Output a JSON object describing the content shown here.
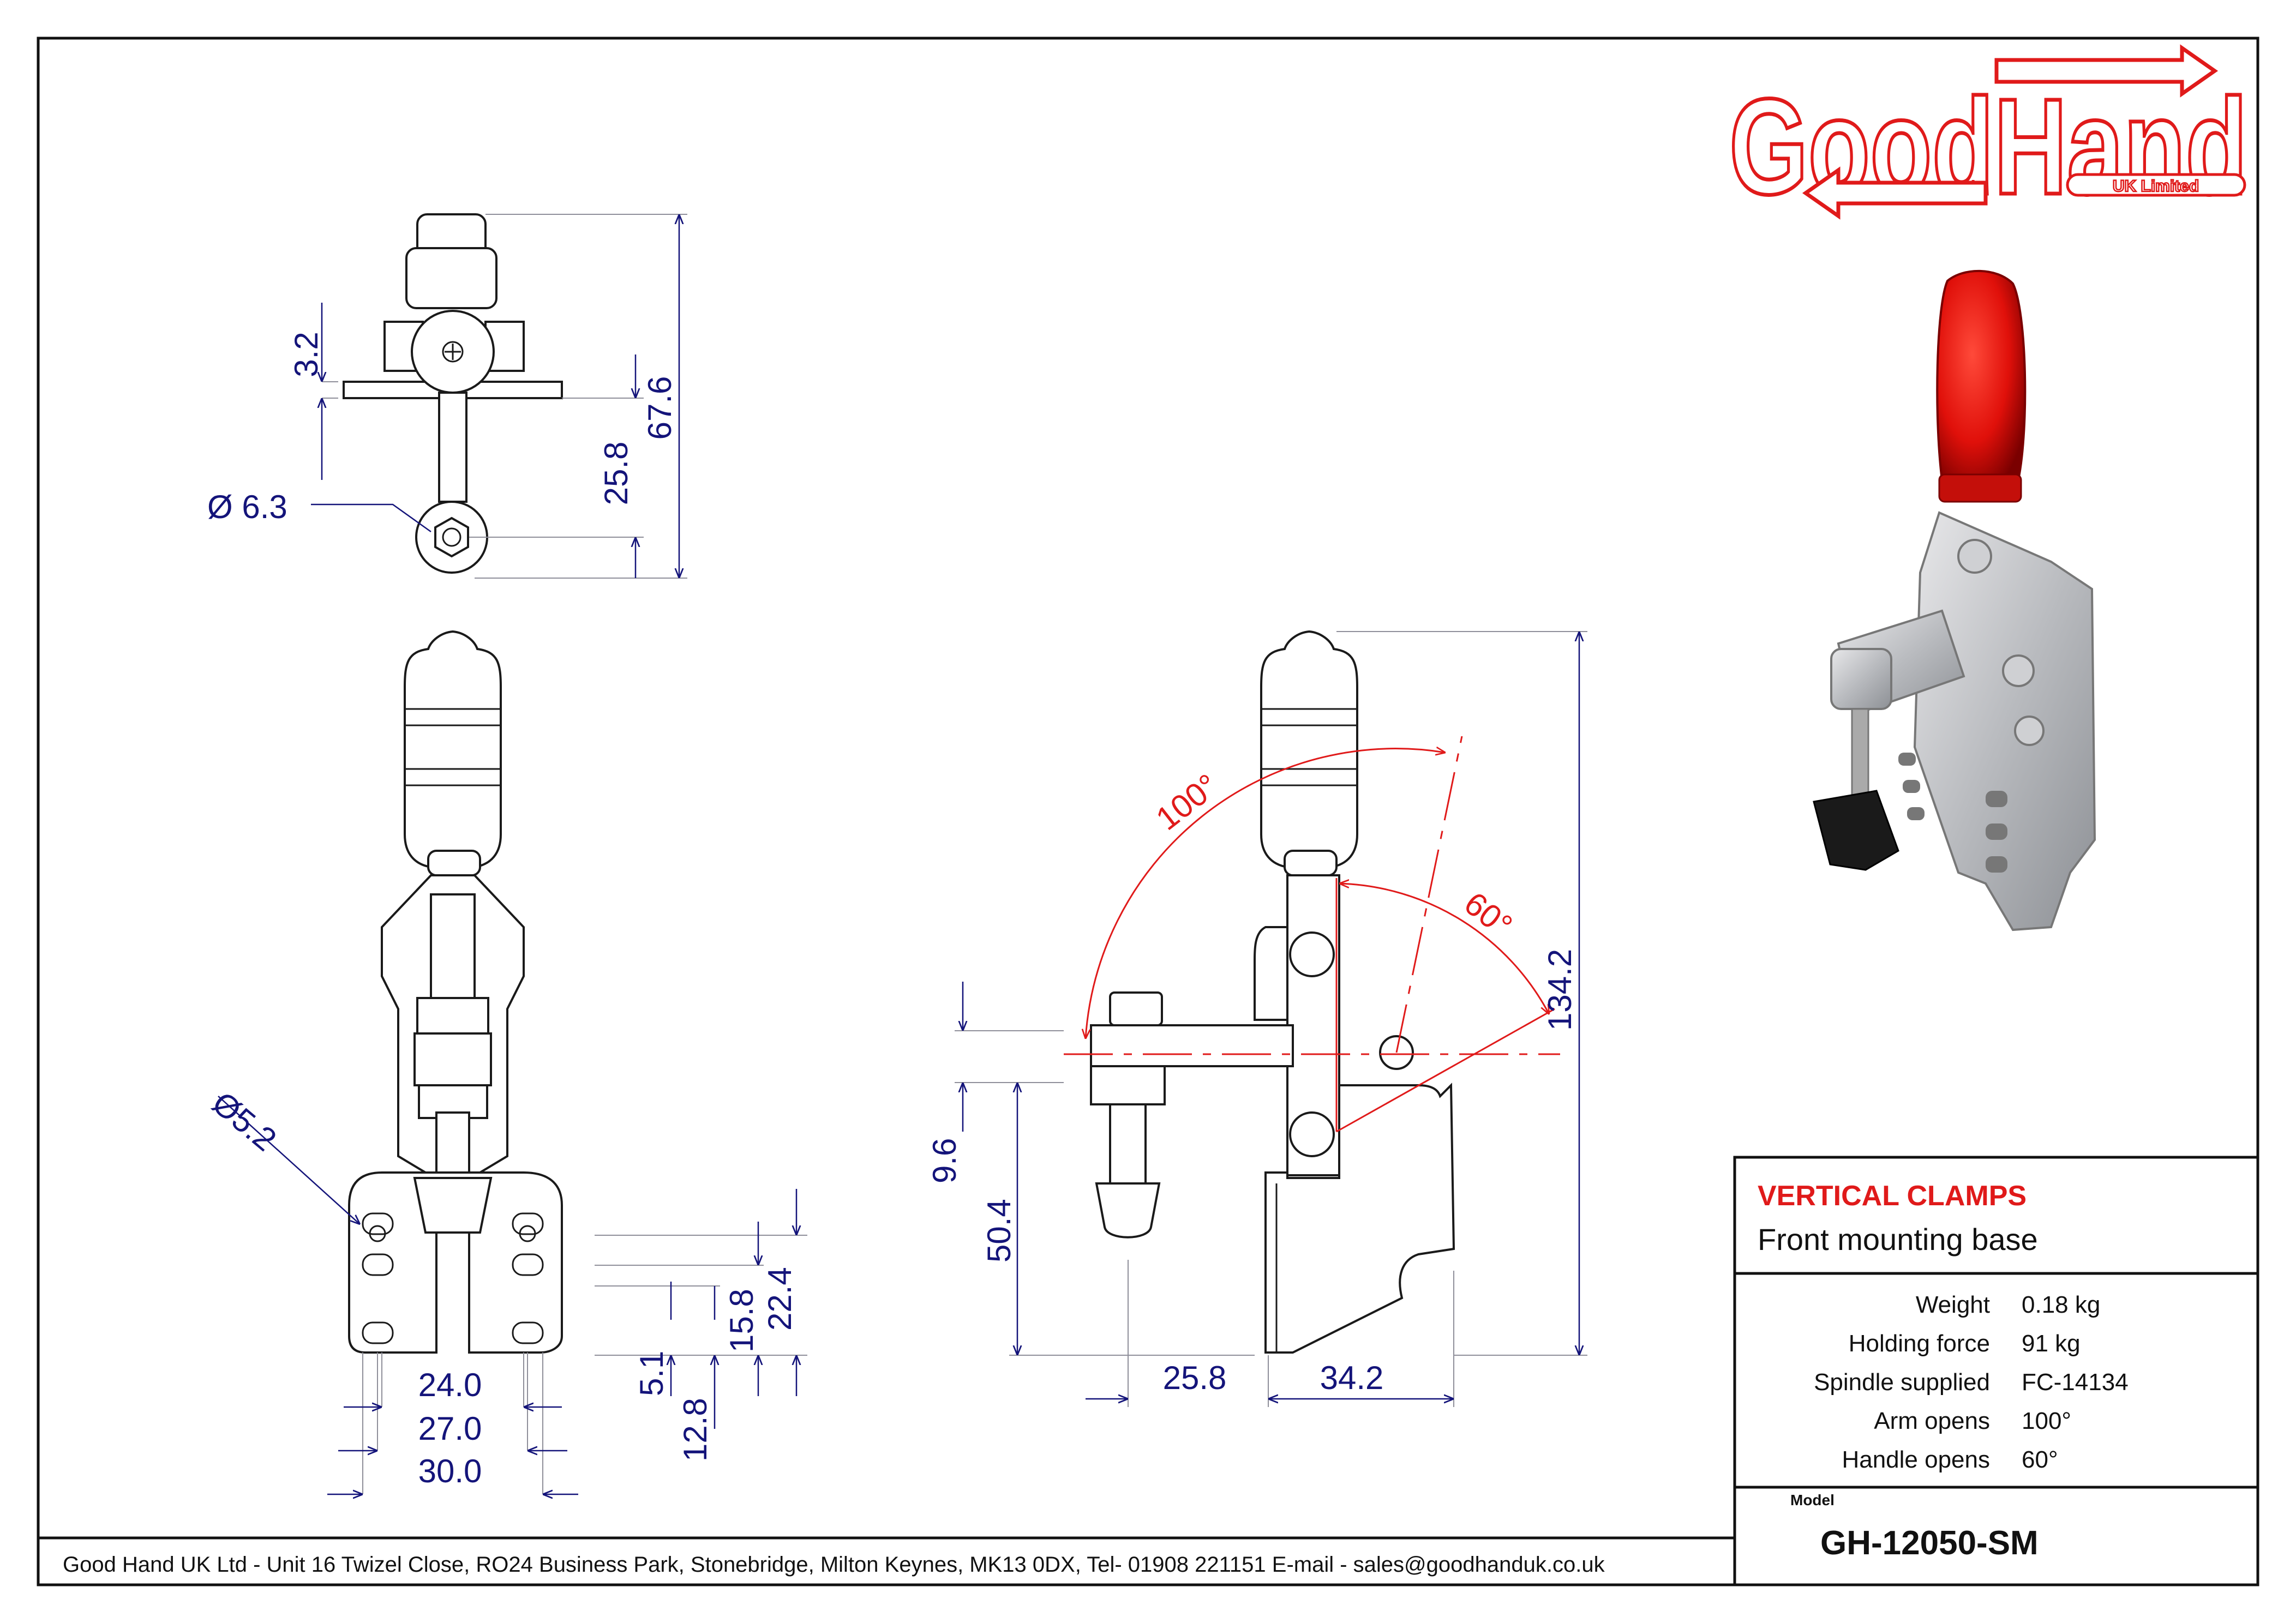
{
  "logo": {
    "brand": "GoodHand",
    "sub": "UK Limited",
    "color": "#e01a1a"
  },
  "title_block": {
    "category": "VERTICAL CLAMPS",
    "subtitle": "Front mounting base",
    "specs": [
      {
        "label": "Weight",
        "value": "0.18 kg"
      },
      {
        "label": "Holding force",
        "value": "91 kg"
      },
      {
        "label": "Spindle supplied",
        "value": "FC-14134"
      },
      {
        "label": "Arm opens",
        "value": "100°"
      },
      {
        "label": "Handle opens",
        "value": "60°"
      }
    ],
    "model_label": "Model",
    "model": "GH-12050-SM"
  },
  "footer": "Good Hand UK Ltd  - Unit 16 Twizel Close, RO24 Business Park, Stonebridge, Milton Keynes, MK13 0DX,  Tel- 01908 221151  E-mail - sales@goodhanduk.co.uk",
  "dimensions": {
    "top_view": {
      "d32": "3.2",
      "d63": "Ø 6.3",
      "d258": "25.8",
      "d676": "67.6"
    },
    "front_view": {
      "d52": "Ø5.2",
      "d240": "24.0",
      "d270": "27.0",
      "d300": "30.0",
      "d51": "5.1",
      "d128": "12.8",
      "d158": "15.8",
      "d224": "22.4"
    },
    "side_view": {
      "d96": "9.6",
      "d504": "50.4",
      "d258": "25.8",
      "d342": "34.2",
      "d1342": "134.2",
      "a100": "100°",
      "a60": "60°"
    }
  }
}
